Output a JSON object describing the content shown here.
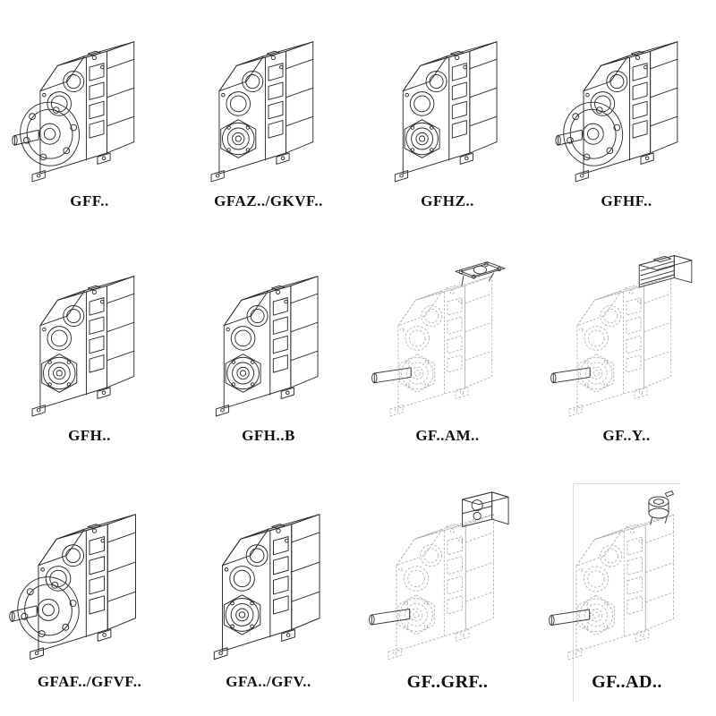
{
  "page": {
    "background": "#ffffff",
    "ink": "#2b2b2b",
    "phantom_line_color": "#a9abb2"
  },
  "catalog": {
    "items": [
      {
        "id": "gff",
        "label": "GFF..",
        "drawing": "flange-output-shaft-gearbox",
        "line_style": "solid"
      },
      {
        "id": "gfaz",
        "label": "GFAZ../GKVF..",
        "drawing": "hollow-shaft-gearbox",
        "line_style": "solid"
      },
      {
        "id": "gfhz",
        "label": "GFHZ..",
        "drawing": "hollow-shaft-gearbox",
        "line_style": "solid"
      },
      {
        "id": "gfhf",
        "label": "GFHF..",
        "drawing": "flange-mounted-gearbox",
        "line_style": "solid"
      },
      {
        "id": "gfh",
        "label": "GFH..",
        "drawing": "shaft-mounted-gearbox",
        "line_style": "solid"
      },
      {
        "id": "gfhb",
        "label": "GFH..B",
        "drawing": "shaft-mounted-gearbox-with-base",
        "line_style": "solid"
      },
      {
        "id": "gfam",
        "label": "GF..AM..",
        "drawing": "gearbox-with-motor-adapter-flange",
        "line_style": "dashed"
      },
      {
        "id": "gfy",
        "label": "GF..Y..",
        "drawing": "gearbox-with-mounted-motor",
        "line_style": "dashed"
      },
      {
        "id": "gfaf",
        "label": "GFAF../GFVF..",
        "drawing": "flange-output-shaft-gearbox",
        "line_style": "solid"
      },
      {
        "id": "gfa",
        "label": "GFA../GFV..",
        "drawing": "hollow-shaft-gearbox",
        "line_style": "solid"
      },
      {
        "id": "gfgrf",
        "label": "GF..GRF..",
        "drawing": "gearbox-with-primary-gear-unit",
        "line_style": "dashed"
      },
      {
        "id": "gfad",
        "label": "GF..AD..",
        "drawing": "gearbox-with-input-shaft-adapter",
        "line_style": "dashed"
      }
    ]
  }
}
